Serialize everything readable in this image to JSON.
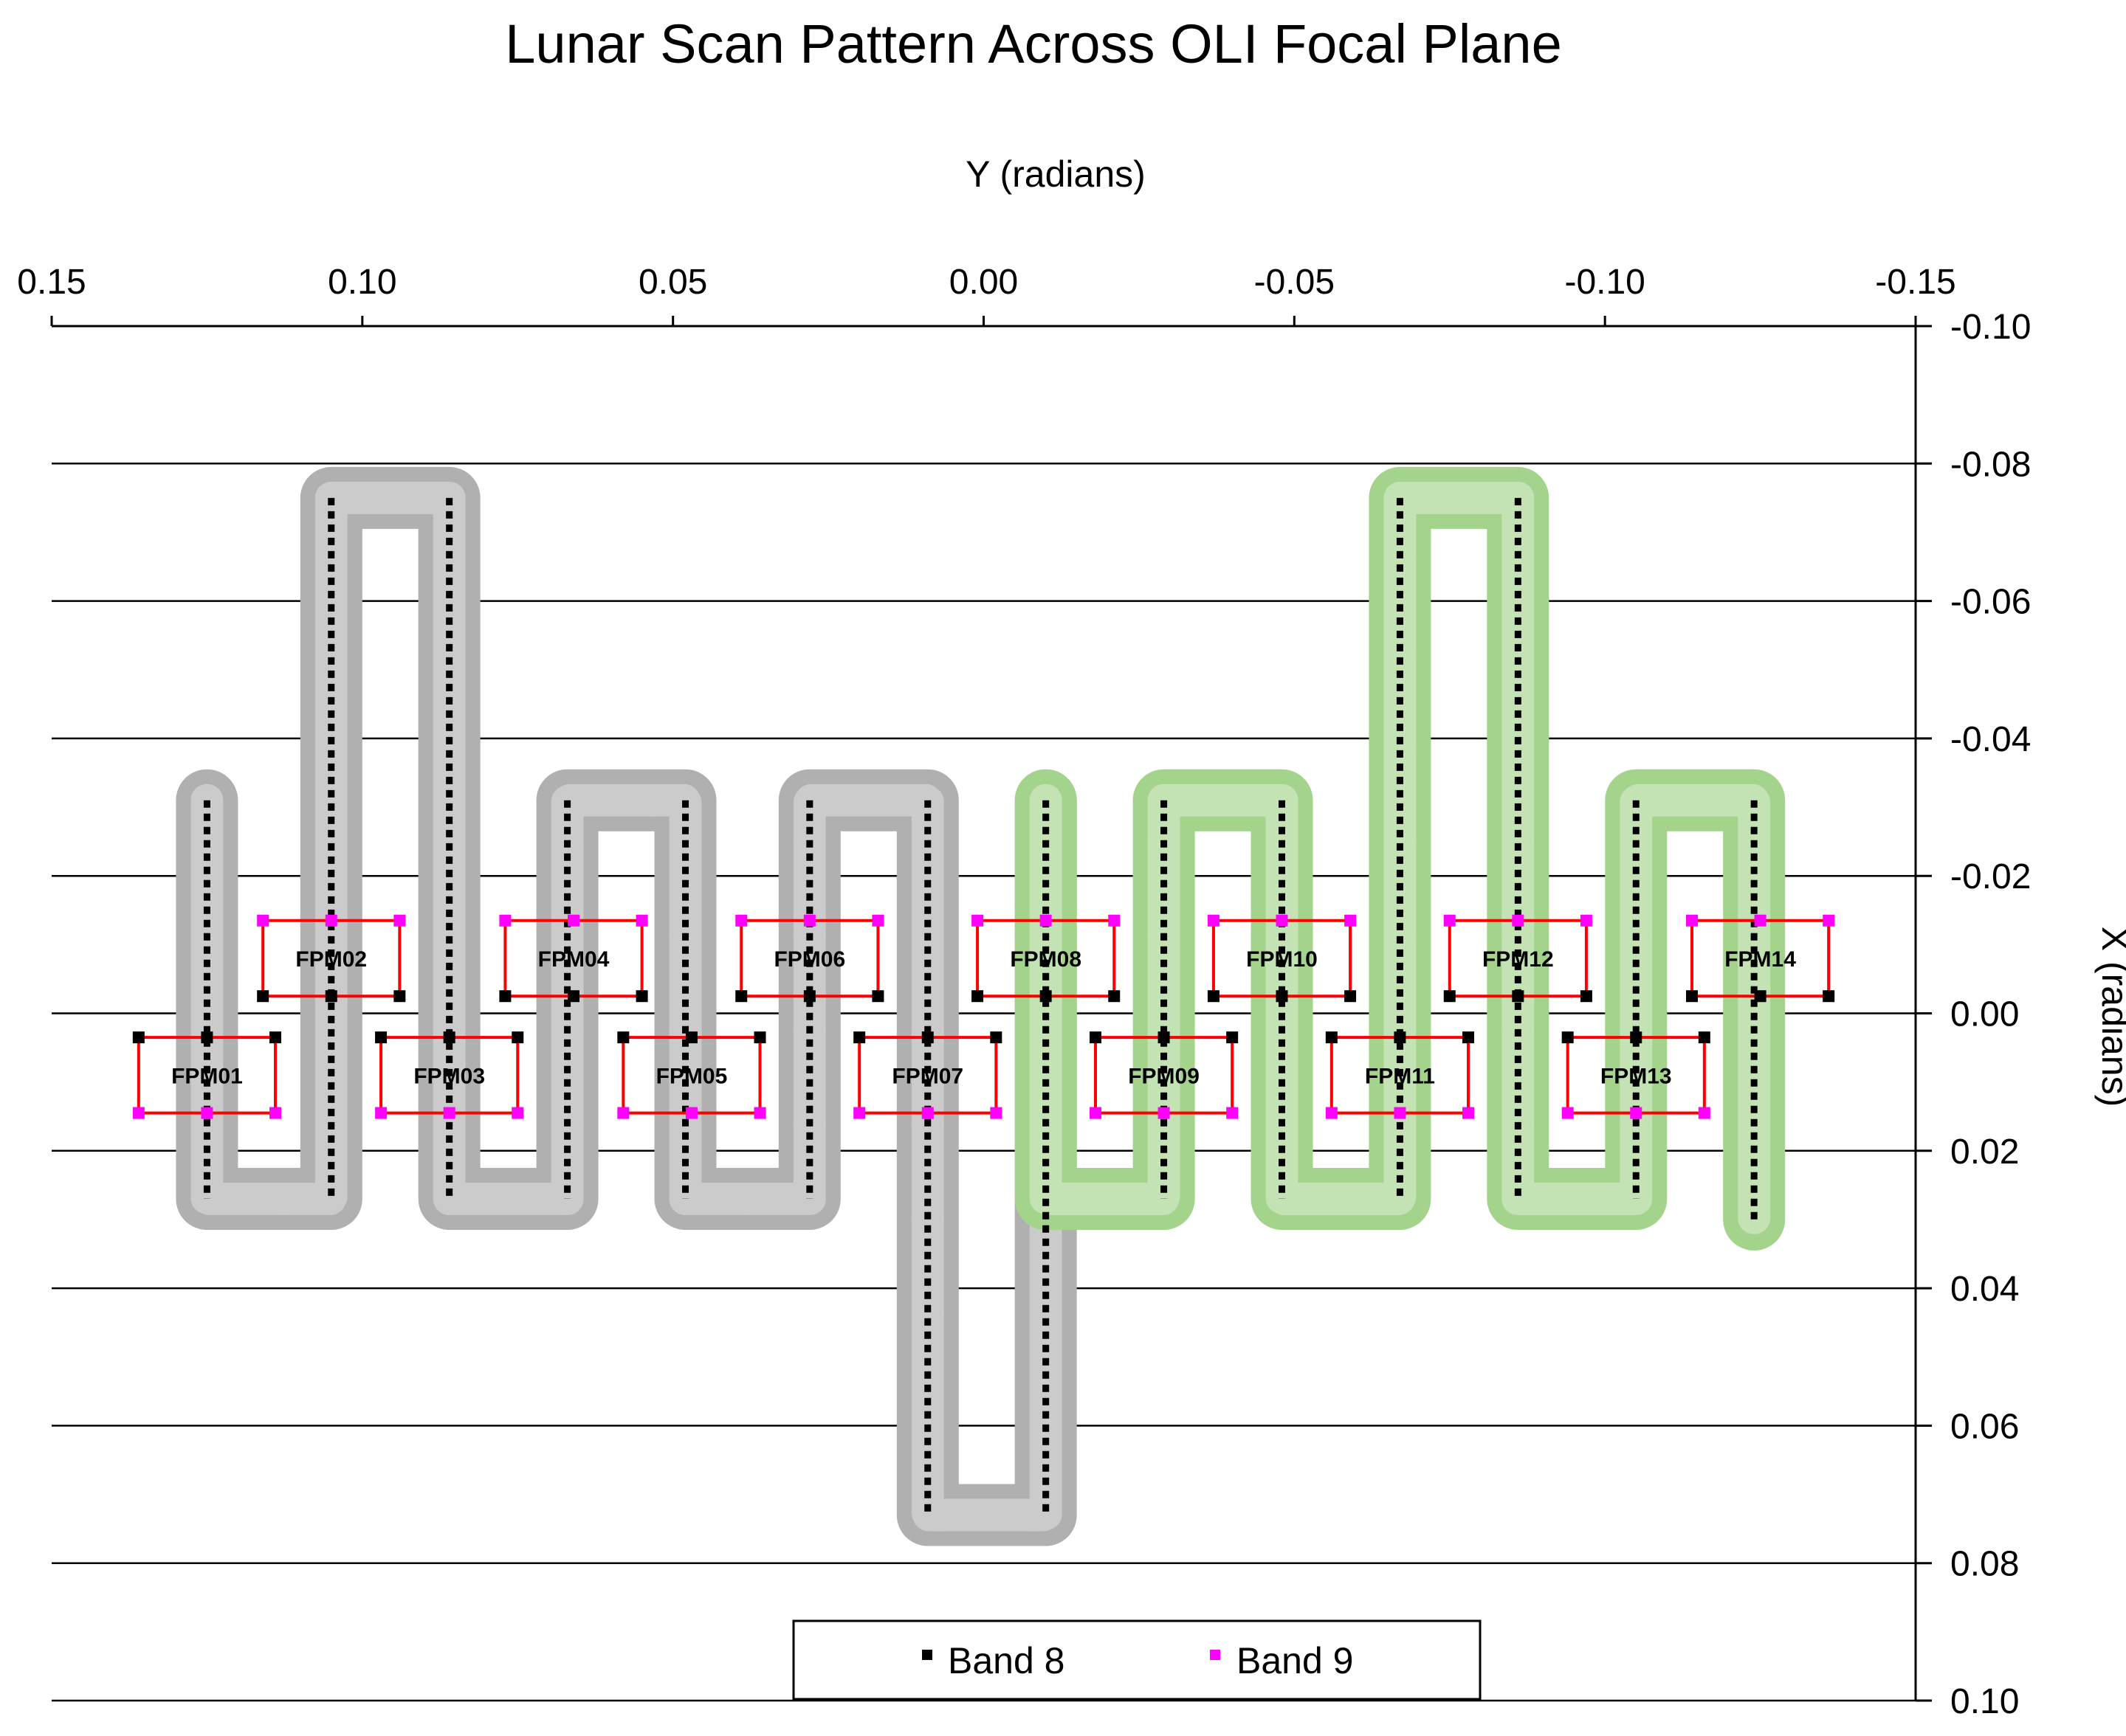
{
  "chart_data": {
    "type": "scatter",
    "title": "Lunar Scan Pattern Across OLI Focal Plane",
    "xlabel": "Y (radians)",
    "ylabel": "X (radians)",
    "x_axis_position": "top",
    "y_axis_position": "right",
    "x_reversed": true,
    "y_reversed": true,
    "xlim": [
      0.15,
      -0.15
    ],
    "ylim": [
      -0.1,
      0.1
    ],
    "xticks": [
      "0.15",
      "0.10",
      "0.05",
      "0.00",
      "-0.05",
      "-0.10",
      "-0.15"
    ],
    "yticks": [
      "-0.10",
      "-0.08",
      "-0.06",
      "-0.04",
      "-0.02",
      "0.00",
      "0.02",
      "0.04",
      "0.06",
      "0.08",
      "0.10"
    ],
    "grid": {
      "horizontal": true,
      "vertical": false
    },
    "legend": {
      "placement": "bottom-center",
      "entries": [
        {
          "name": "Band 8",
          "color": "#000000",
          "marker": "square"
        },
        {
          "name": "Band 9",
          "color": "#ff00ff",
          "marker": "square"
        }
      ]
    },
    "scan_tracks": [
      {
        "color": "#b0b0b0",
        "points": [
          [
            0.125,
            -0.031
          ],
          [
            0.125,
            0.027
          ],
          [
            0.105,
            0.027
          ],
          [
            0.105,
            -0.075
          ],
          [
            0.086,
            -0.075
          ],
          [
            0.086,
            0.027
          ],
          [
            0.067,
            0.027
          ],
          [
            0.067,
            -0.031
          ],
          [
            0.048,
            -0.031
          ],
          [
            0.048,
            0.027
          ],
          [
            0.028,
            0.027
          ],
          [
            0.028,
            -0.031
          ],
          [
            0.009,
            -0.031
          ],
          [
            0.009,
            0.073
          ],
          [
            -0.01,
            0.073
          ],
          [
            -0.01,
            -0.031
          ]
        ]
      },
      {
        "color": "#a4d48c",
        "points": [
          [
            -0.01,
            -0.031
          ],
          [
            -0.01,
            0.027
          ],
          [
            -0.029,
            0.027
          ],
          [
            -0.029,
            -0.031
          ],
          [
            -0.048,
            -0.031
          ],
          [
            -0.048,
            0.027
          ],
          [
            -0.067,
            0.027
          ],
          [
            -0.067,
            -0.075
          ],
          [
            -0.086,
            -0.075
          ],
          [
            -0.086,
            0.027
          ],
          [
            -0.105,
            0.027
          ],
          [
            -0.105,
            -0.031
          ],
          [
            -0.124,
            -0.031
          ],
          [
            -0.124,
            0.03
          ]
        ]
      }
    ],
    "sample_lines": [
      {
        "y": 0.125,
        "x_from": -0.031,
        "x_to": 0.027
      },
      {
        "y": 0.105,
        "x_from": -0.075,
        "x_to": 0.027
      },
      {
        "y": 0.086,
        "x_from": -0.075,
        "x_to": 0.027
      },
      {
        "y": 0.067,
        "x_from": -0.031,
        "x_to": 0.027
      },
      {
        "y": 0.048,
        "x_from": -0.031,
        "x_to": 0.027
      },
      {
        "y": 0.028,
        "x_from": -0.031,
        "x_to": 0.027
      },
      {
        "y": 0.009,
        "x_from": -0.031,
        "x_to": 0.073
      },
      {
        "y": -0.01,
        "x_from": -0.031,
        "x_to": 0.073
      },
      {
        "y": -0.029,
        "x_from": -0.031,
        "x_to": 0.027
      },
      {
        "y": -0.048,
        "x_from": -0.031,
        "x_to": 0.027
      },
      {
        "y": -0.067,
        "x_from": -0.075,
        "x_to": 0.027
      },
      {
        "y": -0.086,
        "x_from": -0.075,
        "x_to": 0.027
      },
      {
        "y": -0.105,
        "x_from": -0.031,
        "x_to": 0.027
      },
      {
        "y": -0.124,
        "x_from": -0.031,
        "x_to": 0.03
      }
    ],
    "fpms": [
      {
        "label": "FPM01",
        "y": [
          0.136,
          0.114
        ],
        "x": [
          0.0035,
          0.0145
        ]
      },
      {
        "label": "FPM02",
        "y": [
          0.116,
          0.094
        ],
        "x": [
          -0.0135,
          -0.0025
        ]
      },
      {
        "label": "FPM03",
        "y": [
          0.097,
          0.075
        ],
        "x": [
          0.0035,
          0.0145
        ]
      },
      {
        "label": "FPM04",
        "y": [
          0.077,
          0.055
        ],
        "x": [
          -0.0135,
          -0.0025
        ]
      },
      {
        "label": "FPM05",
        "y": [
          0.058,
          0.036
        ],
        "x": [
          0.0035,
          0.0145
        ]
      },
      {
        "label": "FPM06",
        "y": [
          0.039,
          0.017
        ],
        "x": [
          -0.0135,
          -0.0025
        ]
      },
      {
        "label": "FPM07",
        "y": [
          0.02,
          -0.002
        ],
        "x": [
          0.0035,
          0.0145
        ]
      },
      {
        "label": "FPM08",
        "y": [
          0.001,
          -0.021
        ],
        "x": [
          -0.0135,
          -0.0025
        ]
      },
      {
        "label": "FPM09",
        "y": [
          -0.018,
          -0.04
        ],
        "x": [
          0.0035,
          0.0145
        ]
      },
      {
        "label": "FPM10",
        "y": [
          -0.037,
          -0.059
        ],
        "x": [
          -0.0135,
          -0.0025
        ]
      },
      {
        "label": "FPM11",
        "y": [
          -0.056,
          -0.078
        ],
        "x": [
          0.0035,
          0.0145
        ]
      },
      {
        "label": "FPM12",
        "y": [
          -0.075,
          -0.097
        ],
        "x": [
          -0.0135,
          -0.0025
        ]
      },
      {
        "label": "FPM13",
        "y": [
          -0.094,
          -0.116
        ],
        "x": [
          0.0035,
          0.0145
        ]
      },
      {
        "label": "FPM14",
        "y": [
          -0.114,
          -0.136
        ],
        "x": [
          -0.0135,
          -0.0025
        ]
      }
    ]
  }
}
